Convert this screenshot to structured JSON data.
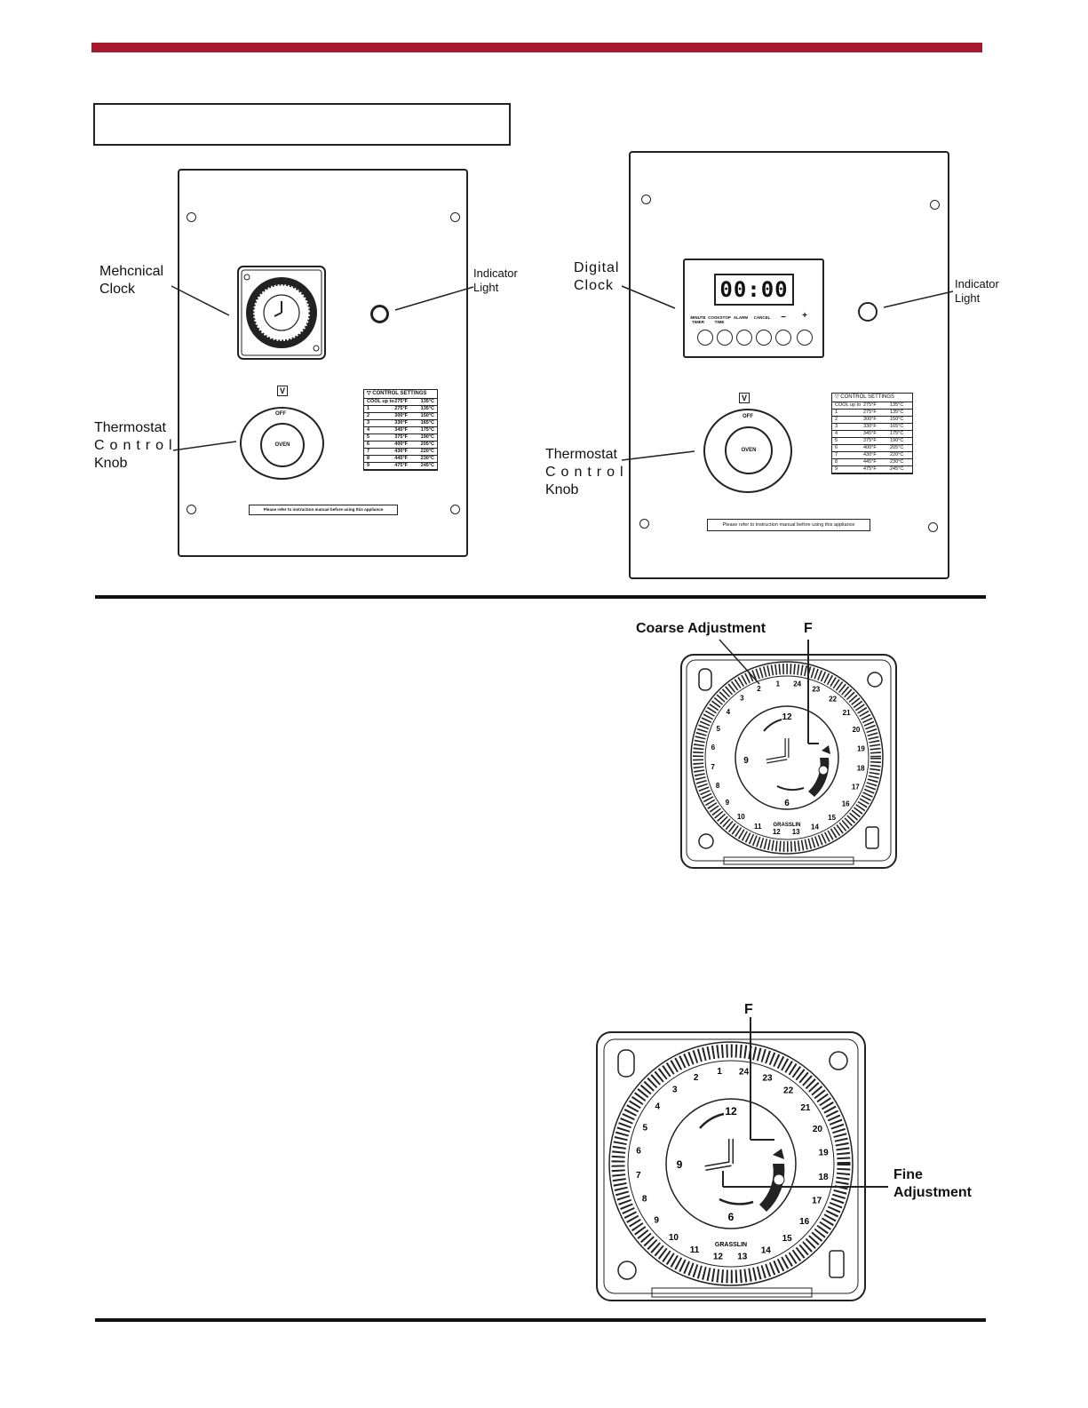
{
  "labels": {
    "mechanical_clock": [
      "Mehcnical",
      "Clock"
    ],
    "indicator_light": [
      "Indicator",
      "Light"
    ],
    "thermostat": [
      "Thermostat",
      "Control",
      "Knob"
    ],
    "digital_clock": [
      "Digital",
      "Clock"
    ],
    "coarse_adjustment": "Coarse Adjustment",
    "f_marker": "F",
    "fine_adjustment": [
      "Fine",
      "Adjustment"
    ]
  },
  "digital_display": "00:00",
  "digital_buttons": [
    "MINUTE TIMER",
    "COOKSTOP TIME",
    "ALARM",
    "CANCEL",
    "−",
    "+"
  ],
  "knob": {
    "center": "OVEN",
    "off": "OFF"
  },
  "control_settings": {
    "title": "CONTROL SETTINGS",
    "rows": [
      [
        "COOL up to",
        "275°F",
        "135°C"
      ],
      [
        "1",
        "275°F",
        "135°C"
      ],
      [
        "2",
        "300°F",
        "150°C"
      ],
      [
        "3",
        "330°F",
        "165°C"
      ],
      [
        "4",
        "345°F",
        "175°C"
      ],
      [
        "5",
        "375°F",
        "190°C"
      ],
      [
        "6",
        "400°F",
        "205°C"
      ],
      [
        "7",
        "430°F",
        "220°C"
      ],
      [
        "8",
        "445°F",
        "230°C"
      ],
      [
        "9",
        "475°F",
        "245°C"
      ]
    ]
  },
  "refer_note": "Please refer to instruction manual before using this appliance",
  "clock_face": {
    "hours": [
      "12",
      "9",
      "6"
    ],
    "dial_numbers": [
      "24",
      "23",
      "22",
      "21",
      "20",
      "19",
      "18",
      "17",
      "16",
      "15",
      "14",
      "13",
      "12",
      "11",
      "10",
      "9",
      "8",
      "7",
      "6",
      "5",
      "4",
      "3",
      "2",
      "1"
    ],
    "brand": "GRASSLIN"
  },
  "colors": {
    "accent": "#a8192e",
    "ink": "#111111"
  }
}
